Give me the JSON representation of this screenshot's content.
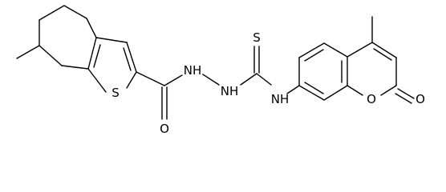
{
  "figure": {
    "description_of_type": "chemical-structure",
    "background_color": "#ffffff",
    "line_color": "#000000",
    "atom_labels": {
      "thiophene_sulfur": "S",
      "amide_oxygen": "O",
      "hydrazide_nh_1": "NH",
      "hydrazide_nh_2": "NH",
      "thiocarbonyl_sulfur": "S",
      "thiourea_nh": "NH",
      "ring_oxygen": "O",
      "lactone_oxygen": "O"
    }
  }
}
